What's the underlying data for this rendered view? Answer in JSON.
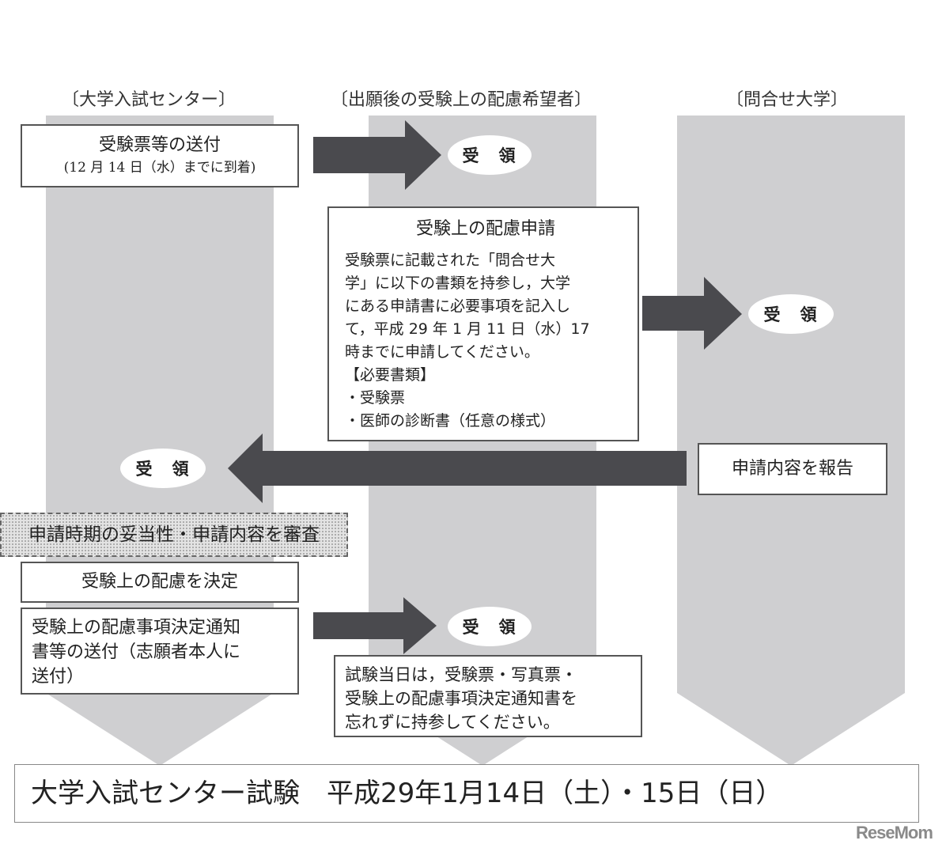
{
  "headers": {
    "center": "〔大学入試センター〕",
    "applicant": "〔出願後の受験上の配慮希望者〕",
    "university": "〔問合せ大学〕"
  },
  "steps": {
    "send_ticket": {
      "title": "受験票等の送付",
      "note": "(12 月 14 日（水）までに到着)"
    },
    "receive_ticket": "受　領",
    "apply": {
      "title": "受験上の配慮申請",
      "lines": [
        "受験票に記載された「問合せ大",
        "学」に以下の書類を持参し，大学",
        "にある申請書に必要事項を記入し",
        "て，平成 29 年 1 月 11 日（水）17",
        "時までに申請してください。"
      ],
      "docs_heading": "【必要書類】",
      "docs": [
        "・受験票",
        "・医師の診断書（任意の様式）"
      ]
    },
    "receive_application": "受　領",
    "report": "申請内容を報告",
    "receive_report": "受　領",
    "review": "申請時期の妥当性・申請内容を審査",
    "decide": "受験上の配慮を決定",
    "send_notice": {
      "lines": [
        "受験上の配慮事項決定通知",
        "書等の送付（志願者本人に",
        "送付）"
      ]
    },
    "receive_notice": "受　領",
    "exam_day": {
      "lines": [
        "試験当日は，受験票・写真票・",
        "受験上の配慮事項決定通知書を",
        "忘れずに持参してください。"
      ]
    }
  },
  "footer": "大学入試センター試験　平成29年1月14日（土）・15日（日）",
  "logo": "ReseMom",
  "colors": {
    "column": "#cfcfd1",
    "arrow": "#4a4a4e",
    "border": "#555555"
  }
}
